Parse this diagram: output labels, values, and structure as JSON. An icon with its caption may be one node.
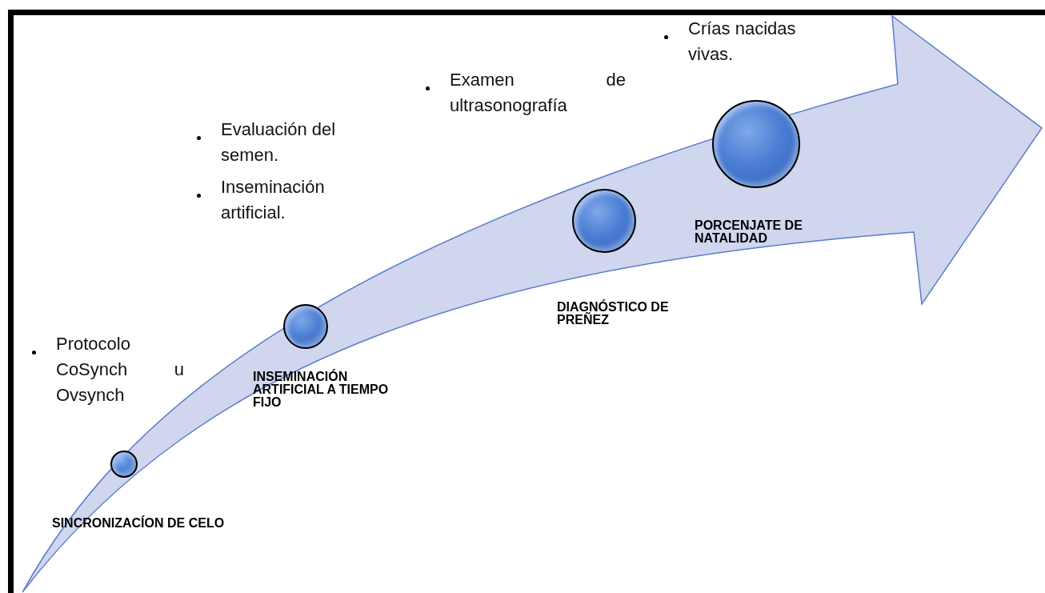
{
  "diagram": {
    "nodes": [
      {
        "text": [],
        "shape": "circle",
        "beside": [
          "SINCRONIZACÍON DE CELO"
        ]
      },
      {
        "text": [],
        "shape": "circle",
        "beside": [
          "INSEMINACIÓN ARTIFICIAL A TIEMPO FIJO"
        ]
      },
      {
        "text": [],
        "shape": "circle",
        "beside": [
          "DIAGNÓSTICO DE PREÑEZ"
        ]
      },
      {
        "text": [],
        "shape": "circle",
        "beside": [
          "PORCENJATE DE NATALIDAD"
        ]
      }
    ],
    "edges": [],
    "labels": [
      "Protocolo CoSynch u Ovsynch",
      "Evaluación del semen.",
      "Inseminación artificial.",
      "Examen de ultrasonografía",
      "Crías nacidas vivas."
    ]
  }
}
